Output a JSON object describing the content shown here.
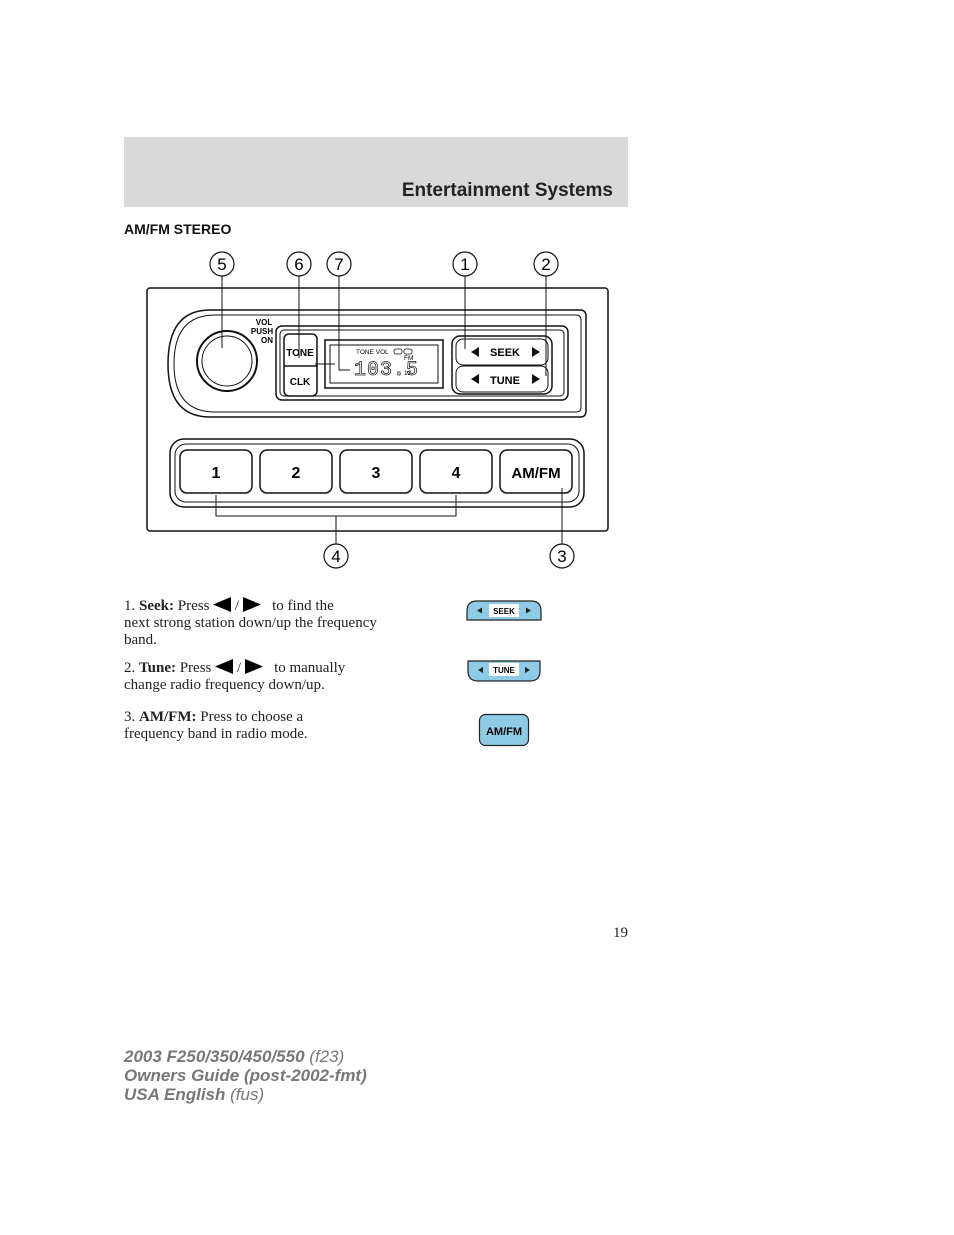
{
  "header": {
    "title": "Entertainment Systems",
    "band_color": "#d9d9d9"
  },
  "section_title": "AM/FM STEREO",
  "diagram": {
    "callouts": [
      "5",
      "6",
      "7",
      "1",
      "2",
      "4",
      "3"
    ],
    "knob_label": [
      "VOL",
      "PUSH",
      "ON"
    ],
    "tone_button": "TONE",
    "clk_button": "CLK",
    "display": {
      "indicators": "TONE VOL",
      "frequency": "103.5",
      "band": "FM",
      "stereo_mark": "12"
    },
    "seek_label": "SEEK",
    "tune_label": "TUNE",
    "presets": [
      "1",
      "2",
      "3",
      "4"
    ],
    "amfm_button": "AM/FM"
  },
  "items": [
    {
      "number": "1.",
      "title": "Seek:",
      "pre": "Press",
      "separator": "/",
      "post": "to find the",
      "rest": "next strong station down/up the frequency band.",
      "icon_label": "SEEK"
    },
    {
      "number": "2.",
      "title": "Tune:",
      "pre": "Press",
      "separator": "/",
      "post": "to manually",
      "rest": "change radio frequency down/up.",
      "icon_label": "TUNE"
    },
    {
      "number": "3.",
      "title": "AM/FM:",
      "pre": "Press to choose a",
      "rest": "frequency band in radio mode.",
      "icon_label": "AM/FM"
    }
  ],
  "icon_color": "#8ecbe6",
  "page_number": "19",
  "footer": {
    "line1_bold": "2003 F250/350/450/550",
    "line1_code": "(f23)",
    "line2_bold": "Owners Guide (post-2002-fmt)",
    "line3_bold": "USA English",
    "line3_code": "(fus)"
  }
}
